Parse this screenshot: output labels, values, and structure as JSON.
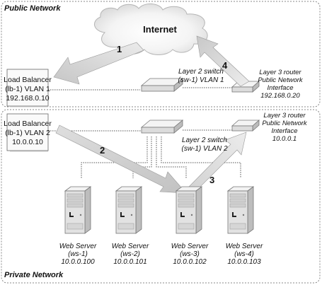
{
  "zones": {
    "public_label": "Public Network",
    "private_label": "Private Network"
  },
  "cloud": {
    "label": "Internet"
  },
  "load_balancer": {
    "vlan1": {
      "line1": "Load Balancer",
      "line2": "(lb-1) VLAN 1",
      "line3": "192.168.0.10"
    },
    "vlan2": {
      "line1": "Load Balancer",
      "line2": "(lb-1) VLAN 2",
      "line3": "10.0.0.10"
    }
  },
  "switch_vlan1": {
    "line1": "Layer 2 switch",
    "line2": "(sw-1) VLAN 1"
  },
  "switch_vlan2": {
    "line1": "Layer 2 switch",
    "line2": "(sw-1) VLAN 2"
  },
  "router_public": {
    "line1": "Layer 3 router",
    "line2": "Public Network",
    "line3": "Interface",
    "line4": "192.168.0.20"
  },
  "router_private": {
    "line1": "Layer 3 router",
    "line2": "Public Network",
    "line3": "Interface",
    "line4": "10.0.0.1"
  },
  "arrows": {
    "a1": "1",
    "a2": "2",
    "a3": "3",
    "a4": "4"
  },
  "servers": [
    {
      "line1": "Web Server",
      "line2": "(ws-1)",
      "line3": "10.0.0.100"
    },
    {
      "line1": "Web Server",
      "line2": "(ws-2)",
      "line3": "10.0.0.101"
    },
    {
      "line1": "Web Server",
      "line2": "(ws-3)",
      "line3": "10.0.0.102"
    },
    {
      "line1": "Web Server",
      "line2": "(ws-4)",
      "line3": "10.0.0.103"
    }
  ]
}
